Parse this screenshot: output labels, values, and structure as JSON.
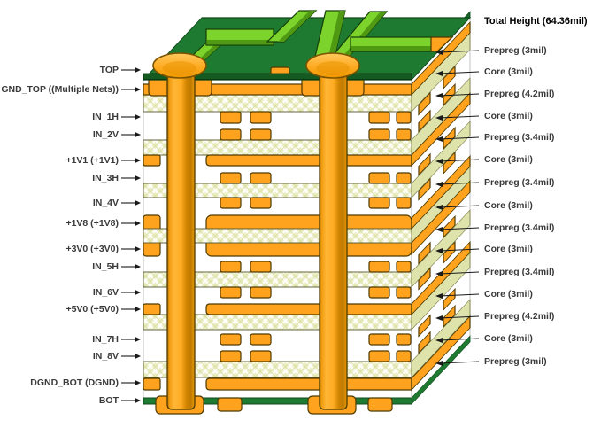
{
  "diagram": {
    "total_height": "Total Height (64.36mil)",
    "copper_layers": [
      "TOP",
      "GND_TOP ((Multiple Nets))",
      "IN_1H",
      "IN_2V",
      "+1V1 (+1V1)",
      "IN_3H",
      "IN_4V",
      "+1V8 (+1V8)",
      "+3V0 (+3V0)",
      "IN_5H",
      "IN_6V",
      "+5V0 (+5V0)",
      "IN_7H",
      "IN_8V",
      "DGND_BOT (DGND)",
      "BOT"
    ],
    "dielectric_layers": [
      "Prepreg (3mil)",
      "Core (3mil)",
      "Prepreg (4.2mil)",
      "Core (3mil)",
      "Prepreg (3.4mil)",
      "Core (3mil)",
      "Prepreg (3.4mil)",
      "Core (3mil)",
      "Prepreg (3.4mil)",
      "Core (3mil)",
      "Prepreg (3.4mil)",
      "Core (3mil)",
      "Prepreg (4.2mil)",
      "Core (3mil)",
      "Prepreg (3mil)"
    ],
    "colors": {
      "copper": "#FFA21D",
      "copper_outline": "#4E3A00",
      "board_green": "#1E7A30",
      "board_green_dark": "#10491B",
      "trace_green": "#7CD32B",
      "trace_bevel": "#4F9913",
      "core_hatch_bg": "#EDF0C6",
      "side_core": "#DDE3AB",
      "label_color": "#3A3A3A"
    }
  }
}
